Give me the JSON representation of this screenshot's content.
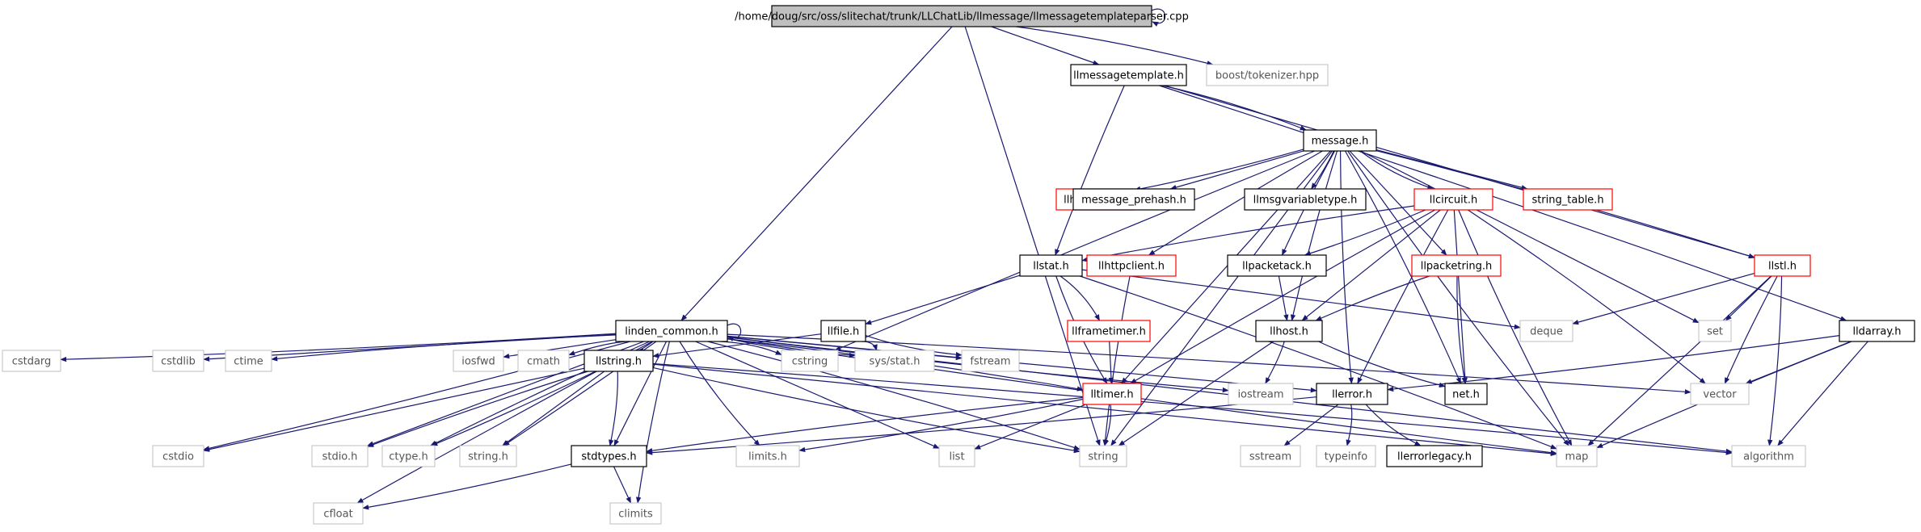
{
  "colors": {
    "edge": "#191970",
    "node_border_black": "#000000",
    "node_border_red": "#ff0000",
    "node_border_gray": "#bfbfbf",
    "root_fill": "#bfbfbf",
    "text_black": "#000000",
    "text_gray": "#555555"
  },
  "nodes": [
    {
      "id": "root",
      "label": "/home/doug/src/oss/slitechat/trunk/LLChatLib/llmessage/llmessagetemplateparser.cpp",
      "style": "root"
    },
    {
      "id": "llmessagetemplate_h",
      "label": "llmessagetemplate.h",
      "style": "black"
    },
    {
      "id": "boost_tokenizer",
      "label": "boost/tokenizer.hpp",
      "style": "gray"
    },
    {
      "id": "message_h",
      "label": "message.h",
      "style": "black"
    },
    {
      "id": "llhttpnode_h",
      "label": "llhttpnode.h",
      "style": "red"
    },
    {
      "id": "message_prehash_h",
      "label": "message_prehash.h",
      "style": "black"
    },
    {
      "id": "llmsgvariabletype_h",
      "label": "llmsgvariabletype.h",
      "style": "black"
    },
    {
      "id": "llcircuit_h",
      "label": "llcircuit.h",
      "style": "red"
    },
    {
      "id": "string_table_h",
      "label": "string_table.h",
      "style": "red"
    },
    {
      "id": "llstat_h",
      "label": "llstat.h",
      "style": "black"
    },
    {
      "id": "llhttpclient_h",
      "label": "llhttpclient.h",
      "style": "red"
    },
    {
      "id": "llpacketack_h",
      "label": "llpacketack.h",
      "style": "black"
    },
    {
      "id": "llpacketring_h",
      "label": "llpacketring.h",
      "style": "red"
    },
    {
      "id": "llstl_h",
      "label": "llstl.h",
      "style": "red"
    },
    {
      "id": "lldarray_h",
      "label": "lldarray.h",
      "style": "black"
    },
    {
      "id": "llfile_h",
      "label": "llfile.h",
      "style": "black"
    },
    {
      "id": "llframetimer_h",
      "label": "llframetimer.h",
      "style": "red"
    },
    {
      "id": "llhost_h",
      "label": "llhost.h",
      "style": "black"
    },
    {
      "id": "deque",
      "label": "deque",
      "style": "gray"
    },
    {
      "id": "set",
      "label": "set",
      "style": "gray"
    },
    {
      "id": "linden_common_h",
      "label": "linden_common.h",
      "style": "black"
    },
    {
      "id": "cstdarg",
      "label": "cstdarg",
      "style": "gray"
    },
    {
      "id": "cstdlib",
      "label": "cstdlib",
      "style": "gray"
    },
    {
      "id": "ctime",
      "label": "ctime",
      "style": "gray"
    },
    {
      "id": "cstdio",
      "label": "cstdio",
      "style": "gray"
    },
    {
      "id": "iosfwd",
      "label": "iosfwd",
      "style": "gray"
    },
    {
      "id": "cmath",
      "label": "cmath",
      "style": "gray"
    },
    {
      "id": "llstring_h",
      "label": "llstring.h",
      "style": "black"
    },
    {
      "id": "stdio_h",
      "label": "stdio.h",
      "style": "gray"
    },
    {
      "id": "ctype_h",
      "label": "ctype.h",
      "style": "gray"
    },
    {
      "id": "string_h",
      "label": "string.h",
      "style": "gray"
    },
    {
      "id": "stdtypes_h",
      "label": "stdtypes.h",
      "style": "black"
    },
    {
      "id": "cstring",
      "label": "cstring",
      "style": "gray"
    },
    {
      "id": "sys_stat_h",
      "label": "sys/stat.h",
      "style": "gray"
    },
    {
      "id": "fstream",
      "label": "fstream",
      "style": "gray"
    },
    {
      "id": "lltimer_h",
      "label": "lltimer.h",
      "style": "red"
    },
    {
      "id": "iostream",
      "label": "iostream",
      "style": "gray"
    },
    {
      "id": "llerror_h",
      "label": "llerror.h",
      "style": "black"
    },
    {
      "id": "net_h",
      "label": "net.h",
      "style": "black"
    },
    {
      "id": "vector",
      "label": "vector",
      "style": "gray"
    },
    {
      "id": "limits_h",
      "label": "limits.h",
      "style": "gray"
    },
    {
      "id": "list",
      "label": "list",
      "style": "gray"
    },
    {
      "id": "string",
      "label": "string",
      "style": "gray"
    },
    {
      "id": "sstream",
      "label": "sstream",
      "style": "gray"
    },
    {
      "id": "typeinfo",
      "label": "typeinfo",
      "style": "gray"
    },
    {
      "id": "llerrorlegacy_h",
      "label": "llerrorlegacy.h",
      "style": "black"
    },
    {
      "id": "map",
      "label": "map",
      "style": "gray"
    },
    {
      "id": "algorithm",
      "label": "algorithm",
      "style": "gray"
    },
    {
      "id": "cfloat",
      "label": "cfloat",
      "style": "gray"
    },
    {
      "id": "climits",
      "label": "climits",
      "style": "gray"
    }
  ],
  "edges": [
    [
      "root",
      "root"
    ],
    [
      "root",
      "llmessagetemplate_h"
    ],
    [
      "root",
      "boost_tokenizer"
    ],
    [
      "root",
      "linden_common_h"
    ],
    [
      "root",
      "string"
    ],
    [
      "llmessagetemplate_h",
      "message_h"
    ],
    [
      "llmessagetemplate_h",
      "llstat_h"
    ],
    [
      "llmessagetemplate_h",
      "llstl_h"
    ],
    [
      "llmessagetemplate_h",
      "lldarray_h"
    ],
    [
      "message_h",
      "llhttpnode_h"
    ],
    [
      "message_h",
      "message_prehash_h"
    ],
    [
      "message_h",
      "llmsgvariabletype_h"
    ],
    [
      "message_h",
      "llcircuit_h"
    ],
    [
      "message_h",
      "string_table_h"
    ],
    [
      "message_h",
      "llhttpclient_h"
    ],
    [
      "message_h",
      "llpacketack_h"
    ],
    [
      "message_h",
      "llpacketring_h"
    ],
    [
      "message_h",
      "llstl_h"
    ],
    [
      "message_h",
      "llhost_h"
    ],
    [
      "message_h",
      "set"
    ],
    [
      "message_h",
      "net_h"
    ],
    [
      "message_h",
      "llerror_h"
    ],
    [
      "message_h",
      "lltimer_h"
    ],
    [
      "message_h",
      "cstring"
    ],
    [
      "message_h",
      "map"
    ],
    [
      "message_h",
      "string"
    ],
    [
      "llcircuit_h",
      "llstat_h"
    ],
    [
      "llcircuit_h",
      "llpacketack_h"
    ],
    [
      "llcircuit_h",
      "llhost_h"
    ],
    [
      "llcircuit_h",
      "lltimer_h"
    ],
    [
      "llcircuit_h",
      "llerror_h"
    ],
    [
      "llcircuit_h",
      "net_h"
    ],
    [
      "llcircuit_h",
      "vector"
    ],
    [
      "llcircuit_h",
      "map"
    ],
    [
      "llstat_h",
      "llfile_h"
    ],
    [
      "llstat_h",
      "llframetimer_h"
    ],
    [
      "llstat_h",
      "lltimer_h"
    ],
    [
      "llstat_h",
      "deque"
    ],
    [
      "llstat_h",
      "map"
    ],
    [
      "llhttpclient_h",
      "string"
    ],
    [
      "llpacketack_h",
      "llhost_h"
    ],
    [
      "llpacketring_h",
      "llhost_h"
    ],
    [
      "llpacketring_h",
      "net_h"
    ],
    [
      "llstl_h",
      "deque"
    ],
    [
      "llstl_h",
      "set"
    ],
    [
      "llstl_h",
      "vector"
    ],
    [
      "llstl_h",
      "map"
    ],
    [
      "llstl_h",
      "algorithm"
    ],
    [
      "lldarray_h",
      "llerror_h"
    ],
    [
      "lldarray_h",
      "vector"
    ],
    [
      "lldarray_h",
      "map"
    ],
    [
      "lldarray_h",
      "algorithm"
    ],
    [
      "llfile_h",
      "llstring_h"
    ],
    [
      "llfile_h",
      "sys_stat_h"
    ],
    [
      "llfile_h",
      "fstream"
    ],
    [
      "llframetimer_h",
      "lltimer_h"
    ],
    [
      "llhost_h",
      "iostream"
    ],
    [
      "llhost_h",
      "net_h"
    ],
    [
      "llhost_h",
      "string"
    ],
    [
      "linden_common_h",
      "linden_common_h"
    ],
    [
      "linden_common_h",
      "cstdarg"
    ],
    [
      "linden_common_h",
      "cstdlib"
    ],
    [
      "linden_common_h",
      "ctime"
    ],
    [
      "linden_common_h",
      "cstdio"
    ],
    [
      "linden_common_h",
      "iosfwd"
    ],
    [
      "linden_common_h",
      "cmath"
    ],
    [
      "linden_common_h",
      "llstring_h"
    ],
    [
      "linden_common_h",
      "stdio_h"
    ],
    [
      "linden_common_h",
      "ctype_h"
    ],
    [
      "linden_common_h",
      "string_h"
    ],
    [
      "linden_common_h",
      "stdtypes_h"
    ],
    [
      "linden_common_h",
      "cstring"
    ],
    [
      "linden_common_h",
      "sys_stat_h"
    ],
    [
      "linden_common_h",
      "fstream"
    ],
    [
      "linden_common_h",
      "lltimer_h"
    ],
    [
      "linden_common_h",
      "iostream"
    ],
    [
      "linden_common_h",
      "llerror_h"
    ],
    [
      "linden_common_h",
      "vector"
    ],
    [
      "linden_common_h",
      "limits_h"
    ],
    [
      "linden_common_h",
      "list"
    ],
    [
      "linden_common_h",
      "string"
    ],
    [
      "linden_common_h",
      "map"
    ],
    [
      "linden_common_h",
      "algorithm"
    ],
    [
      "linden_common_h",
      "cfloat"
    ],
    [
      "linden_common_h",
      "climits"
    ],
    [
      "llstring_h",
      "cstdio"
    ],
    [
      "llstring_h",
      "stdio_h"
    ],
    [
      "llstring_h",
      "ctype_h"
    ],
    [
      "llstring_h",
      "string_h"
    ],
    [
      "llstring_h",
      "stdtypes_h"
    ],
    [
      "llstring_h",
      "string"
    ],
    [
      "llstring_h",
      "map"
    ],
    [
      "llstring_h",
      "algorithm"
    ],
    [
      "stdtypes_h",
      "cfloat"
    ],
    [
      "stdtypes_h",
      "climits"
    ],
    [
      "lltimer_h",
      "stdtypes_h"
    ],
    [
      "lltimer_h",
      "limits_h"
    ],
    [
      "lltimer_h",
      "list"
    ],
    [
      "lltimer_h",
      "string"
    ],
    [
      "llerror_h",
      "stdtypes_h"
    ],
    [
      "llerror_h",
      "sstream"
    ],
    [
      "llerror_h",
      "typeinfo"
    ],
    [
      "llerror_h",
      "llerrorlegacy_h"
    ]
  ]
}
